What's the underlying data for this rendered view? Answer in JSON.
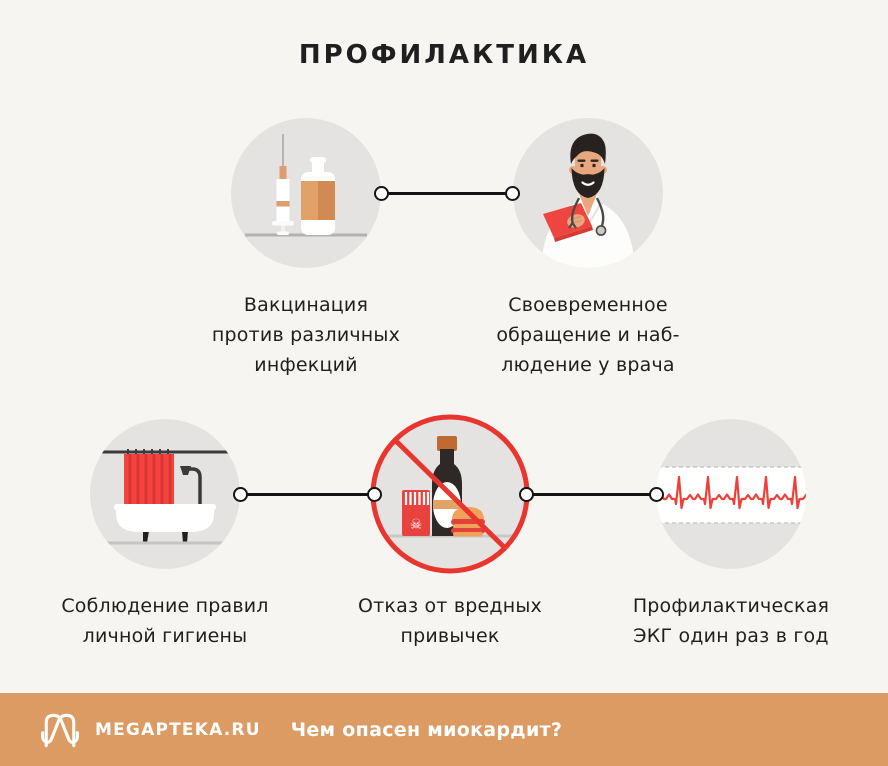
{
  "title": "ПРОФИЛАКТИКА",
  "items": [
    {
      "name": "vaccination",
      "icon": "syringe-and-vial-icon",
      "caption": "Вакцинация\nпротив различных\nинфекций"
    },
    {
      "name": "doctor-visit",
      "icon": "doctor-with-clipboard-icon",
      "caption": "Своевременное\nобращение и наб-\nлюдение у врача"
    },
    {
      "name": "personal-hygiene",
      "icon": "bathtub-shower-icon",
      "caption": "Соблюдение правил\nличной гигиены"
    },
    {
      "name": "no-bad-habits",
      "icon": "prohibited-alcohol-tobacco-fastfood-icon",
      "caption": "Отказ от вредных\nпривычек"
    },
    {
      "name": "preventive-ecg",
      "icon": "ecg-trace-icon",
      "caption": "Профилактическая\nЭКГ один раз в год"
    }
  ],
  "footer": {
    "brand": "MEGAPTEKA.RU",
    "question": "Чем опасен миокардит?"
  },
  "colors": {
    "background": "#f6f5f2",
    "circle-gray": "#e4e3e1",
    "accent-red": "#ee4038",
    "prohibit-red": "#e8362f",
    "footer-orange": "#dd9b64",
    "text-dark": "#1f1f1f",
    "illustration-orange": "#dd9e6b"
  }
}
